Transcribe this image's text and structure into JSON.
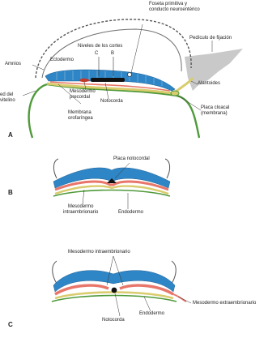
{
  "panels": {
    "a": {
      "letter": "A",
      "labels": {
        "foseta": "Foseta primitiva y\nconducto neuroentérico",
        "niveles": "Niveles de los cortes",
        "c": "C",
        "b": "B",
        "pediculo": "Pedículo de fijación",
        "amnios": "Amnios",
        "ectodermo": "Ectodermo",
        "saco": "ed del\nvitelino",
        "mesodermo_precordal": "Mesodermo\nprecordal",
        "notocorda": "Notocorda",
        "membrana": "Membrana\norofaríngea",
        "alantoides": "Alantoides",
        "placa_cloacal": "Placa cloacal\n(membrana)"
      }
    },
    "b": {
      "letter": "B",
      "labels": {
        "placa_notocordal": "Placa notocordal",
        "mesodermo": "Mesodermo\nintraembrionario",
        "endodermo": "Endodermo"
      }
    },
    "c": {
      "letter": "C",
      "labels": {
        "mesodermo_intra": "Mesodermo intraembrionario",
        "mesodermo_extra": "Mesodermo extraembrionario",
        "endodermo": "Endodermo",
        "notocorda": "Notocorda"
      }
    }
  },
  "colors": {
    "ectoderm": "#2f86c6",
    "mesoderm": "#e8766a",
    "endoderm": "#d9cc6e",
    "yolk_sac": "#4f9a3a",
    "amnion": "#6f6f6f",
    "stalk": "#c9c9c9",
    "notochord": "#111111"
  }
}
